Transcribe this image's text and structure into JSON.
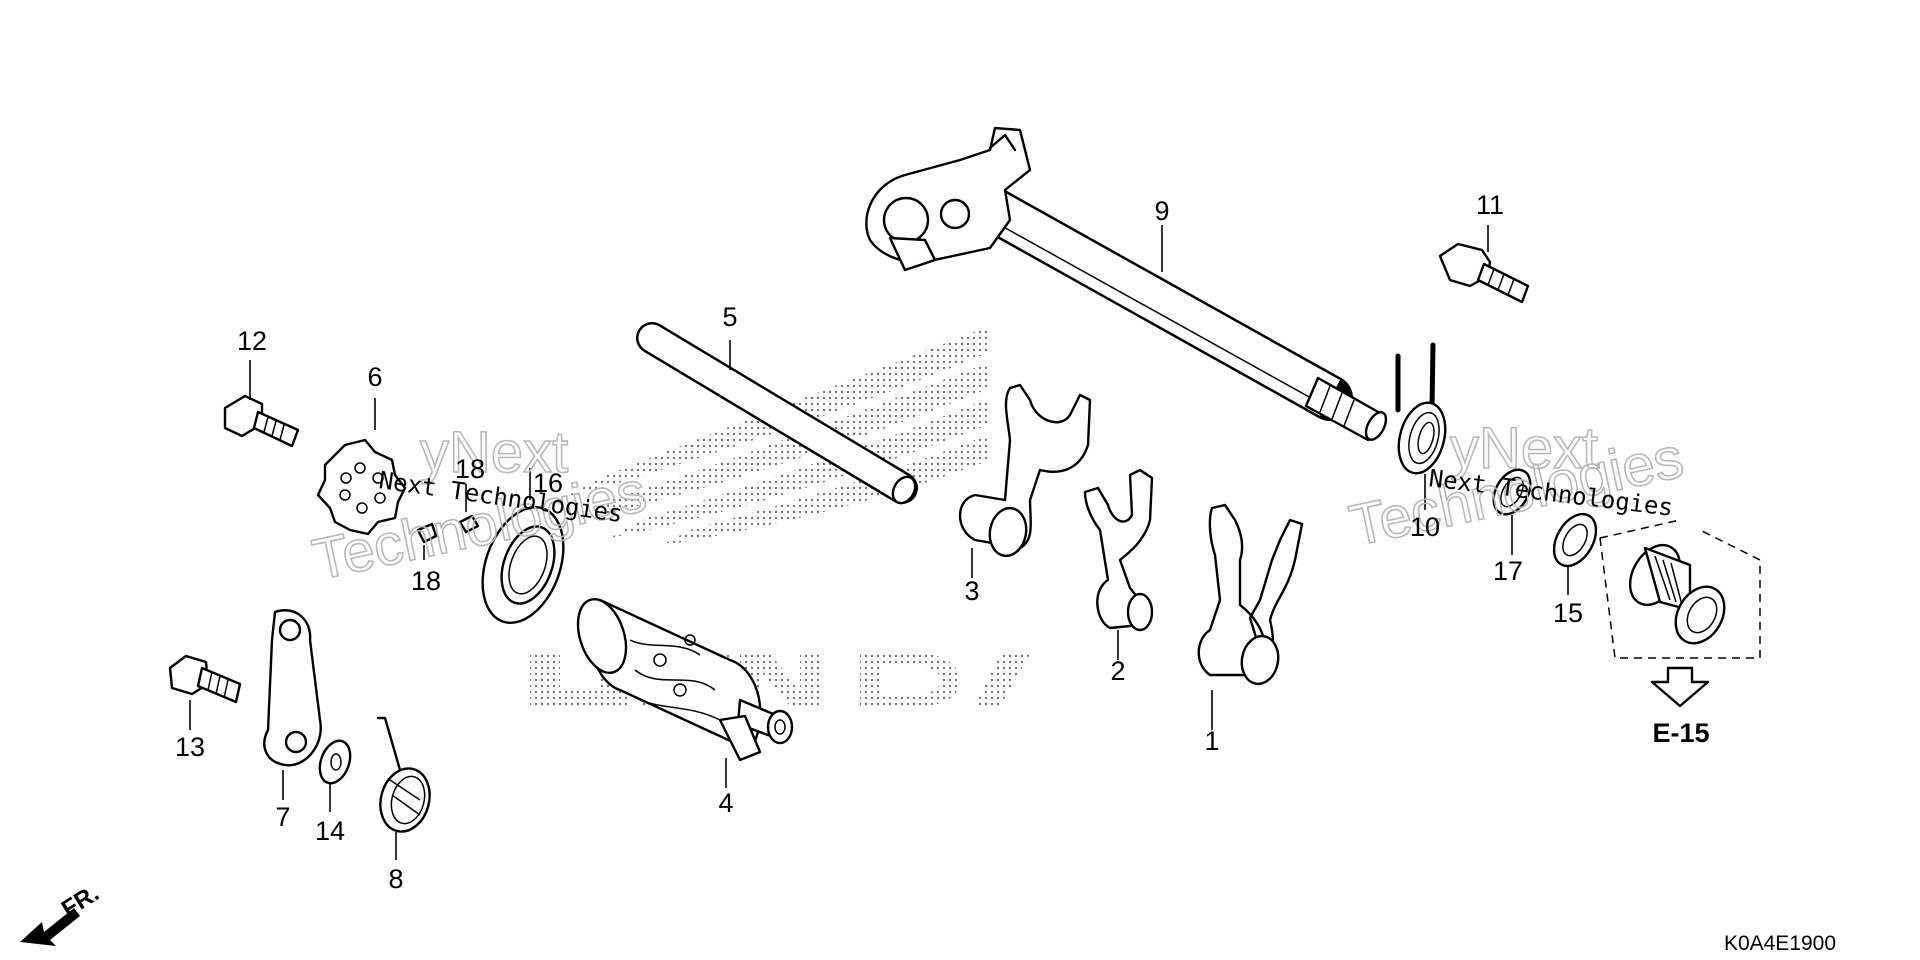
{
  "diagram": {
    "callouts": {
      "c1": "1",
      "c2": "2",
      "c3": "3",
      "c4": "4",
      "c5": "5",
      "c6": "6",
      "c7": "7",
      "c8": "8",
      "c9": "9",
      "c10": "10",
      "c11": "11",
      "c12": "12",
      "c13": "13",
      "c14": "14",
      "c15": "15",
      "c16": "16",
      "c17": "17",
      "c18a": "18",
      "c18b": "18"
    },
    "watermark": {
      "brand_1": "Next Technologies",
      "brand_2": "Next Technologies",
      "ghost_1a": "yNext",
      "ghost_1b": "Technologies",
      "ghost_2a": "yNext",
      "ghost_2b": "Technologies"
    },
    "reference": "E-15",
    "diagram_code": "K0A4E1900",
    "front_label": "FR.",
    "colors": {
      "ink": "#000000",
      "background": "#ffffff",
      "watermark_outline": "#b8b8b8"
    }
  }
}
